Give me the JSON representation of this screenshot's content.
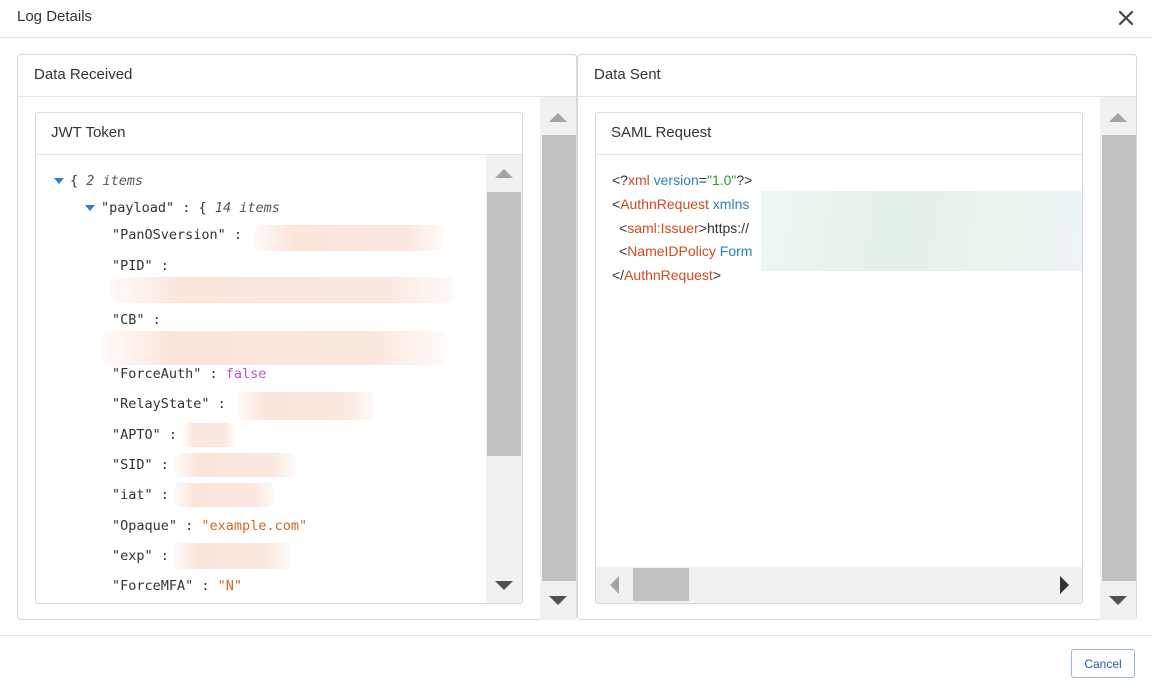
{
  "dialog": {
    "title": "Log Details",
    "close_label": "×"
  },
  "received": {
    "title": "Data Received",
    "card_title": "JWT Token",
    "root": {
      "brace": "{",
      "count": "2 items"
    },
    "payload": {
      "key": "\"payload\"",
      "sep": " : ",
      "brace": "{",
      "count": "14 items"
    },
    "fields": [
      {
        "key": "\"PanOSversion\"",
        "sep": " : ",
        "value": ""
      },
      {
        "key": "\"PID\"",
        "sep": " :",
        "value": ""
      },
      {
        "key": "\"CB\"",
        "sep": " :",
        "value": ""
      },
      {
        "key": "\"ForceAuth\"",
        "sep": " : ",
        "value": "false"
      },
      {
        "key": "\"RelayState\"",
        "sep": " : ",
        "value": ""
      },
      {
        "key": "\"APTO\"",
        "sep": " : ",
        "value": ""
      },
      {
        "key": "\"SID\"",
        "sep": " : ",
        "value": ""
      },
      {
        "key": "\"iat\"",
        "sep": " : ",
        "value": ""
      },
      {
        "key": "\"Opaque\"",
        "sep": " : ",
        "value": "\"example.com\""
      },
      {
        "key": "\"exp\"",
        "sep": " : ",
        "value": ""
      },
      {
        "key": "\"ForceMFA\"",
        "sep": " : ",
        "value": "\"N\""
      }
    ]
  },
  "sent": {
    "title": "Data Sent",
    "card_title": "SAML Request",
    "xml": {
      "l1_open": "<?",
      "l1_tag": "xml",
      "l1_attr": " version",
      "l1_eq": "=",
      "l1_val": "\"1.0\"",
      "l1_close": "?>",
      "l2_open": "<",
      "l2_tag": "AuthnRequest",
      "l2_attr": " xmlns",
      "l3_open": "<",
      "l3_tag": "saml:Issuer",
      "l3_text": ">https://",
      "l4_open": "<",
      "l4_tag": "NameIDPolicy",
      "l4_attr": " Form",
      "l5_open": "</",
      "l5_tag": "AuthnRequest",
      "l5_close": ">"
    }
  },
  "footer": {
    "cancel_label": "Cancel"
  }
}
